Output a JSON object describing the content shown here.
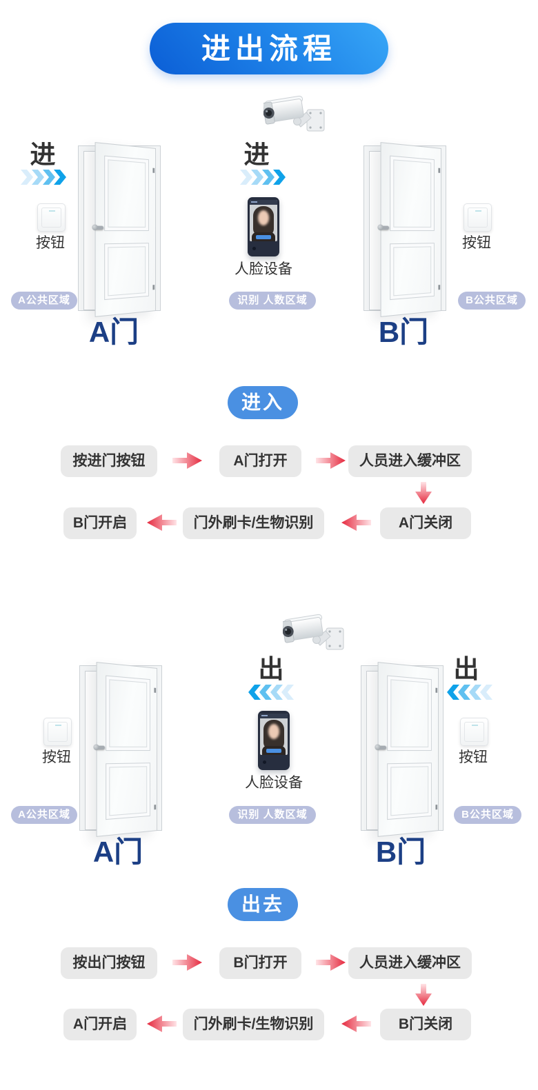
{
  "banner": {
    "title": "进出流程"
  },
  "pills": {
    "enter": "进入",
    "exit": "出去"
  },
  "scene_enter": {
    "left": {
      "direction": "进",
      "button_label": "按钮",
      "zone_badge": "A公共区域",
      "door_label": "A门"
    },
    "middle": {
      "direction": "进",
      "device_label": "人脸设备",
      "zone_badge": "识别 人数区域"
    },
    "right": {
      "button_label": "按钮",
      "zone_badge": "B公共区域",
      "door_label": "B门"
    }
  },
  "scene_exit": {
    "left": {
      "button_label": "按钮",
      "zone_badge": "A公共区域",
      "door_label": "A门"
    },
    "middle": {
      "direction": "出",
      "device_label": "人脸设备",
      "zone_badge": "识别 人数区域"
    },
    "right": {
      "direction": "出",
      "button_label": "按钮",
      "zone_badge": "B公共区域",
      "door_label": "B门"
    }
  },
  "flow_enter": {
    "steps": [
      "按进门按钮",
      "A门打开",
      "人员进入缓冲区",
      "A门关闭",
      "门外刷卡/生物识别",
      "B门开启"
    ]
  },
  "flow_exit": {
    "steps": [
      "按出门按钮",
      "B门打开",
      "人员进入缓冲区",
      "B门关闭",
      "门外刷卡/生物识别",
      "A门开启"
    ]
  },
  "colors": {
    "banner_gradient_start": "#0b5ed6",
    "banner_gradient_end": "#38a7f7",
    "pill_blue": "#4a90e2",
    "badge_purple_gray": "#b7bedd",
    "flow_box_gray": "#e9e9e9",
    "arrow_red": "#e5293e",
    "chevron_blue": "#0fa2e9",
    "door_label_blue": "#1c3f85",
    "text_dark": "#333333"
  }
}
